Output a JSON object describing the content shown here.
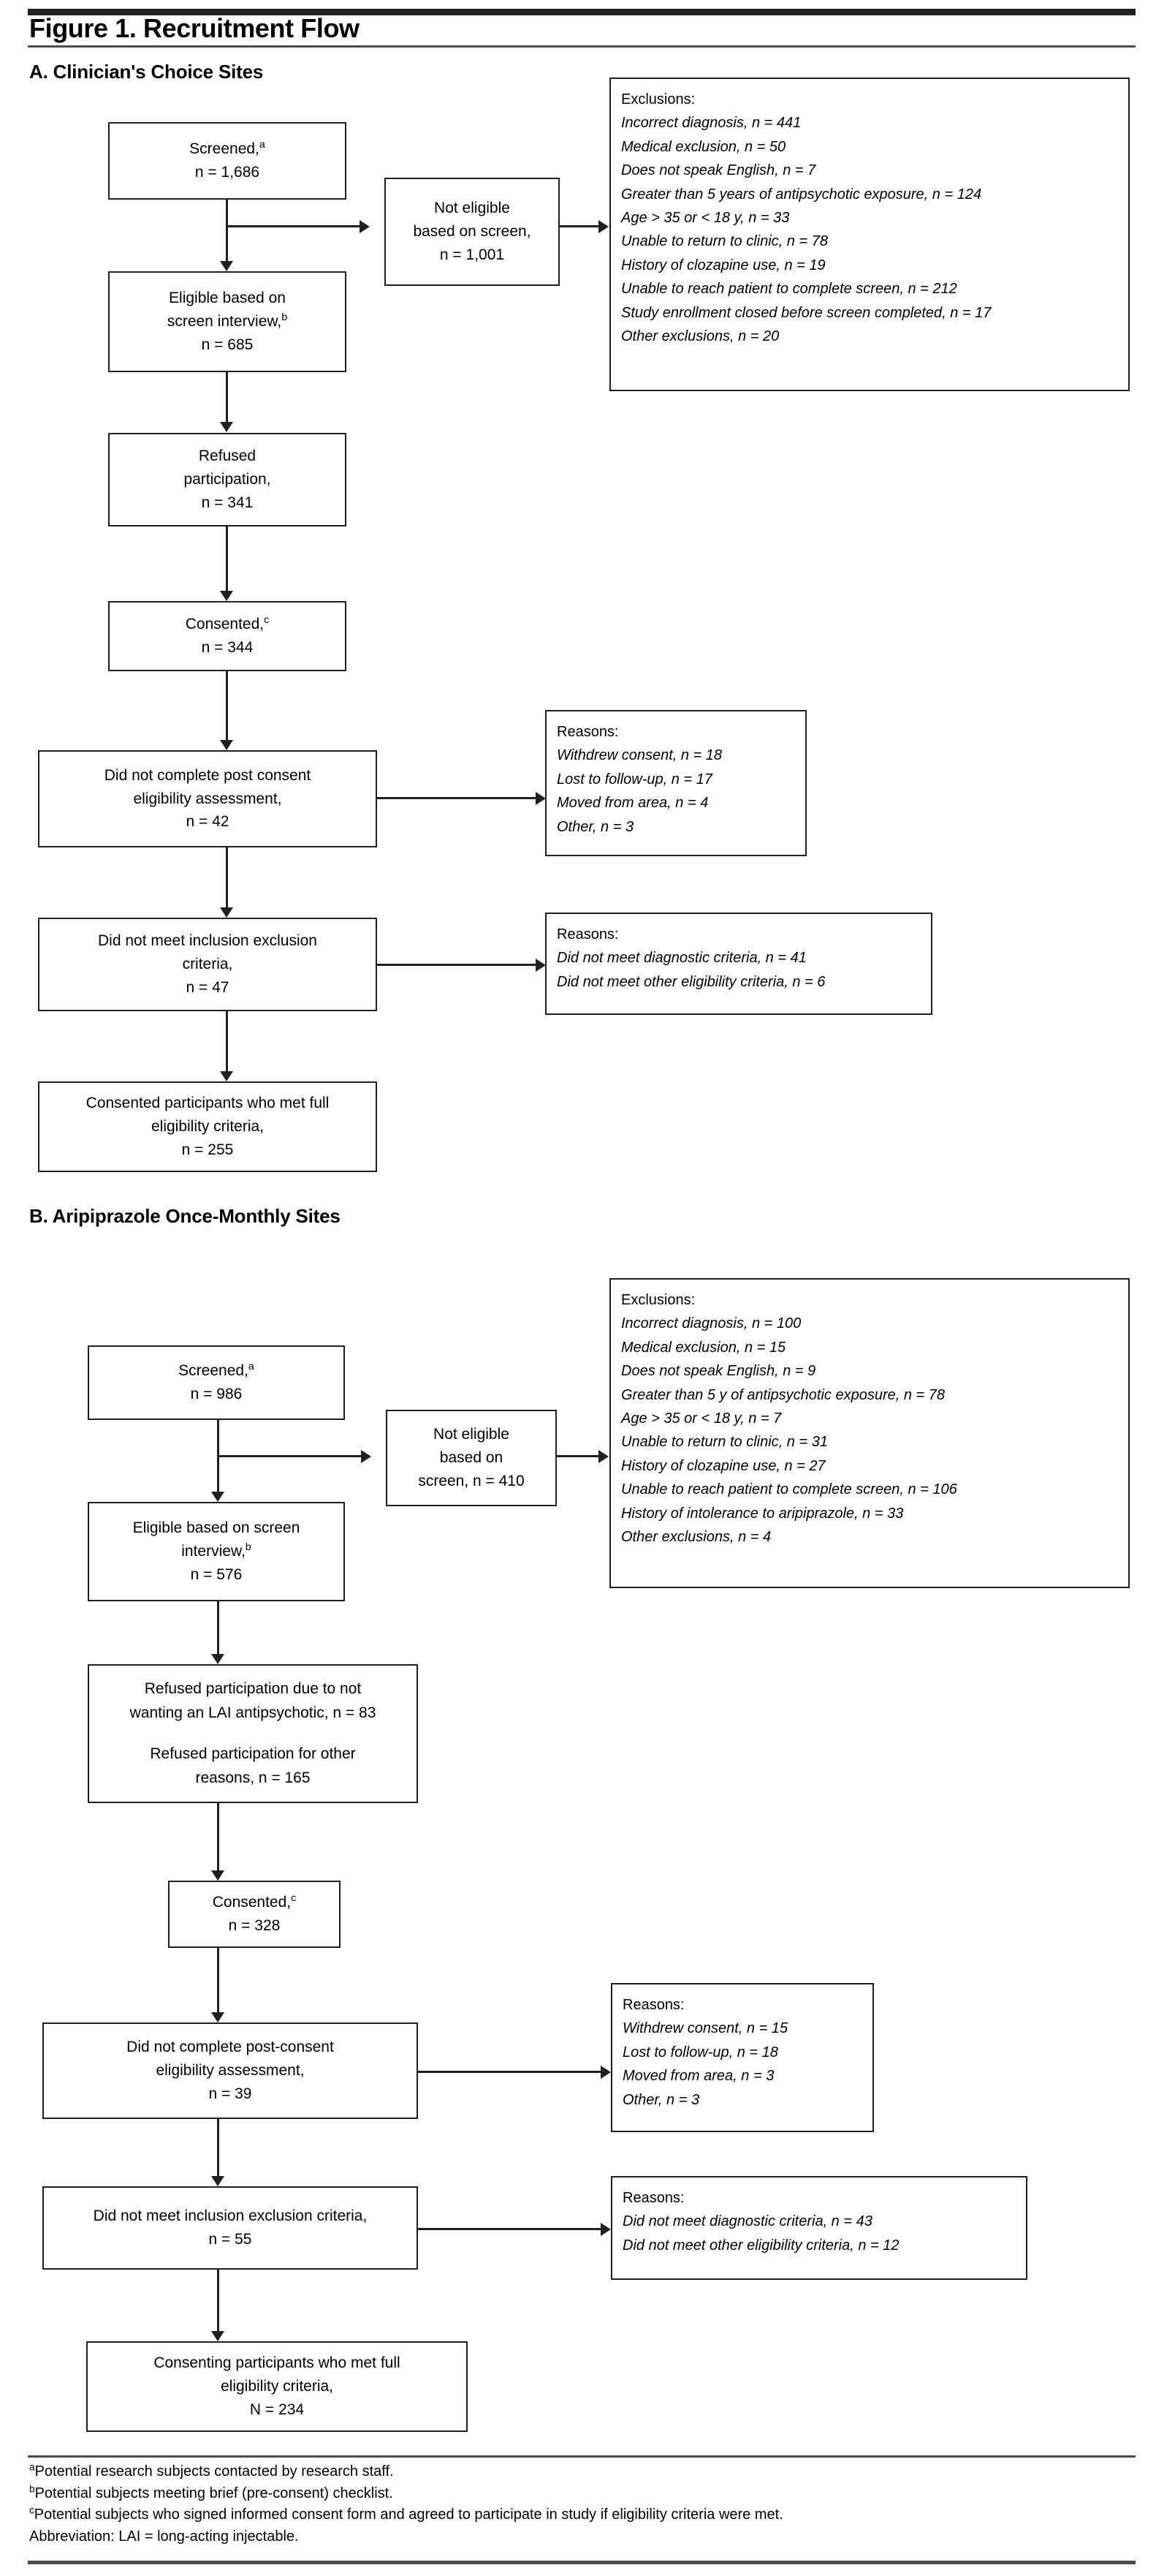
{
  "figure": {
    "title": "Figure 1. Recruitment Flow"
  },
  "panel_a": {
    "title": "A. Clinician's Choice Sites",
    "boxes": {
      "screened": {
        "label": "Screened,",
        "marker": "a",
        "n": "n = 1,686"
      },
      "not_eligible": {
        "line1": "Not eligible",
        "line2": "based on screen,",
        "n": "n = 1,001"
      },
      "eligible": {
        "line1": "Eligible based on",
        "line2": "screen interview,",
        "marker": "b",
        "n": "n = 685"
      },
      "refused": {
        "line1": "Refused",
        "line2": "participation,",
        "n": "n = 341"
      },
      "consented": {
        "label": "Consented,",
        "marker": "c",
        "n": "n = 344"
      },
      "no_post_consent": {
        "line1": "Did not complete post consent",
        "line2": "eligibility assessment,",
        "n": "n = 42"
      },
      "no_criteria": {
        "line1": "Did not meet inclusion exclusion",
        "line2": "criteria,",
        "n": "n = 47"
      },
      "final": {
        "line1": "Consented participants who met full",
        "line2": "eligibility criteria,",
        "n": "n = 255"
      }
    },
    "exclusions": {
      "header": "Exclusions:",
      "items": [
        "Incorrect diagnosis, n = 441",
        "Medical exclusion, n = 50",
        "Does not speak English, n = 7",
        "Greater than 5 years of antipsychotic exposure, n = 124",
        "Age > 35 or < 18 y, n = 33",
        "Unable to return to clinic, n = 78",
        "History of clozapine use, n = 19",
        "Unable to reach patient to complete screen, n = 212",
        "Study enrollment closed before screen completed, n = 17",
        "Other exclusions, n = 20"
      ]
    },
    "reasons_post_consent": {
      "header": "Reasons:",
      "items": [
        "Withdrew consent, n  =  18",
        "Lost to follow-up, n  =  17",
        "Moved from area, n  =  4",
        "Other, n  =  3"
      ]
    },
    "reasons_criteria": {
      "header": "Reasons:",
      "items": [
        "Did not meet diagnostic criteria, n = 41",
        "Did not meet other eligibility criteria, n = 6"
      ]
    }
  },
  "panel_b": {
    "title": "B. Aripiprazole Once-Monthly Sites",
    "boxes": {
      "screened": {
        "label": "Screened,",
        "marker": "a",
        "n": "n = 986"
      },
      "not_eligible": {
        "line1": "Not eligible",
        "line2": "based on",
        "line3": "screen, n = 410"
      },
      "eligible": {
        "line1": "Eligible based on screen",
        "line2": "interview,",
        "marker": "b",
        "n": "n = 576"
      },
      "refused": {
        "line1": "Refused participation due to not",
        "line2": "wanting an LAI antipsychotic, n = 83",
        "line3": "Refused participation for other",
        "line4": "reasons, n = 165"
      },
      "consented": {
        "label": "Consented,",
        "marker": "c",
        "n": "n = 328"
      },
      "no_post_consent": {
        "line1": "Did not complete post-consent",
        "line2": "eligibility assessment,",
        "n": "n = 39"
      },
      "no_criteria": {
        "line1": "Did not meet inclusion exclusion criteria,",
        "n": "n = 55"
      },
      "final": {
        "line1": "Consenting participants who met full",
        "line2": "eligibility criteria,",
        "n": "N = 234"
      }
    },
    "exclusions": {
      "header": "Exclusions:",
      "items": [
        "Incorrect diagnosis, n = 100",
        "Medical exclusion, n = 15",
        "Does not speak English, n = 9",
        "Greater than 5 y of antipsychotic exposure, n = 78",
        "Age > 35 or < 18 y, n = 7",
        "Unable to return to clinic, n = 31",
        "History of clozapine use, n = 27",
        "Unable to reach patient to complete screen, n = 106",
        "History of intolerance to aripiprazole, n = 33",
        "Other exclusions, n = 4"
      ]
    },
    "reasons_post_consent": {
      "header": "Reasons:",
      "items": [
        "Withdrew consent, n = 15",
        "Lost to follow-up, n = 18",
        "Moved from area, n = 3",
        "Other, n = 3"
      ]
    },
    "reasons_criteria": {
      "header": "Reasons:",
      "items": [
        "Did not meet diagnostic criteria, n = 43",
        "Did not meet other eligibility criteria, n = 12"
      ]
    }
  },
  "footnotes": {
    "a_marker": "a",
    "a_text": "Potential research subjects contacted by research staff.",
    "b_marker": "b",
    "b_text": "Potential subjects meeting brief (pre-consent) checklist.",
    "c_marker": "c",
    "c_text": "Potential subjects who signed informed consent form and agreed to participate in study if eligibility criteria were met.",
    "abbrev": "Abbreviation: LAI = long-acting injectable."
  }
}
